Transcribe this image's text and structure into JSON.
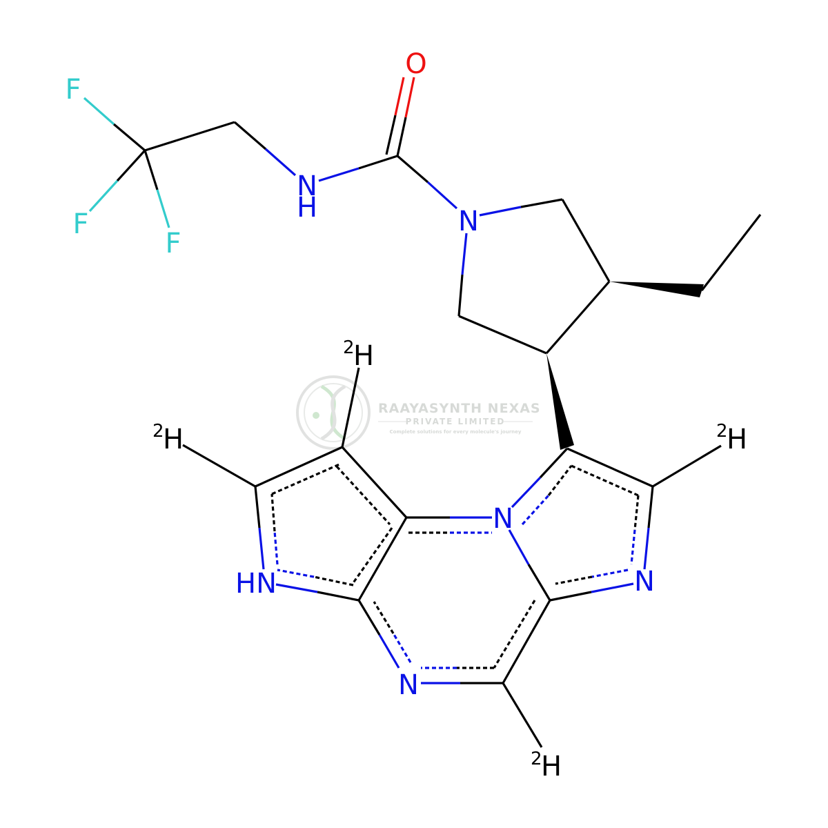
{
  "colors": {
    "carbon_bond": "#000000",
    "nitrogen": "#0a12e6",
    "oxygen": "#ee1111",
    "fluorine": "#33cccc",
    "hydrogen_isotope": "#000000",
    "watermark": "#b8bcb8"
  },
  "atoms": {
    "oxygen": "O",
    "fluorine_1": "F",
    "fluorine_2": "F",
    "fluorine_3": "F",
    "amide_n": "N",
    "amide_h": "H",
    "pyrrolidine_n": "N",
    "pyrrole_nh": "HN",
    "bridge_n": "N",
    "pyrazine_n": "N",
    "imidazole_n": "N",
    "deuterium_symbol": "H",
    "deuterium_mass": "2"
  },
  "watermark": {
    "company": "RAAYASYNTH NEXAS",
    "subtitle": "PRIVATE LIMITED",
    "tagline": "Complete solutions for every molecule's journey"
  }
}
